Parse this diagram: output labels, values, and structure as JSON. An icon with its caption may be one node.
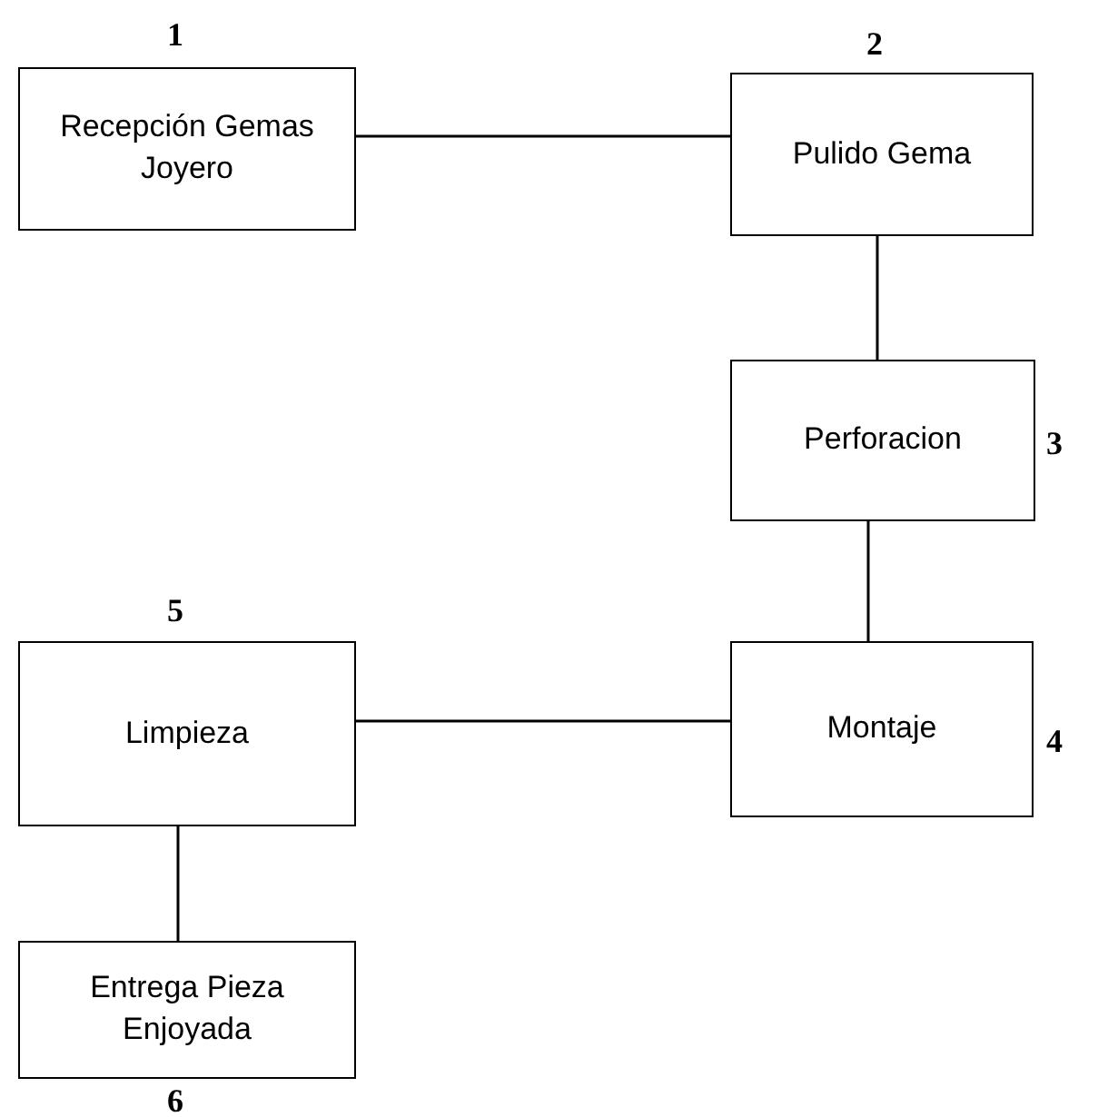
{
  "diagram": {
    "nodes": [
      {
        "text": [
          "Recepción Gemas Joyero"
        ],
        "beside": [
          "1"
        ]
      },
      {
        "text": [
          "Pulido Gema"
        ],
        "beside": [
          "2"
        ]
      },
      {
        "text": [
          "Perforacion"
        ],
        "beside": [
          "3"
        ]
      },
      {
        "text": [
          "Montaje"
        ],
        "beside": [
          "4"
        ]
      },
      {
        "text": [
          "Limpieza"
        ],
        "beside": [
          "5"
        ]
      },
      {
        "text": [
          "Entrega Pieza Enjoyada"
        ],
        "beside": [
          "6"
        ]
      }
    ],
    "edges": [
      {
        "from": 0,
        "to": 1,
        "arrow": "none"
      },
      {
        "from": 1,
        "to": 2,
        "arrow": "none"
      },
      {
        "from": 2,
        "to": 3,
        "arrow": "none"
      },
      {
        "from": 3,
        "to": 4,
        "arrow": "none"
      },
      {
        "from": 4,
        "to": 5,
        "arrow": "none"
      }
    ]
  }
}
